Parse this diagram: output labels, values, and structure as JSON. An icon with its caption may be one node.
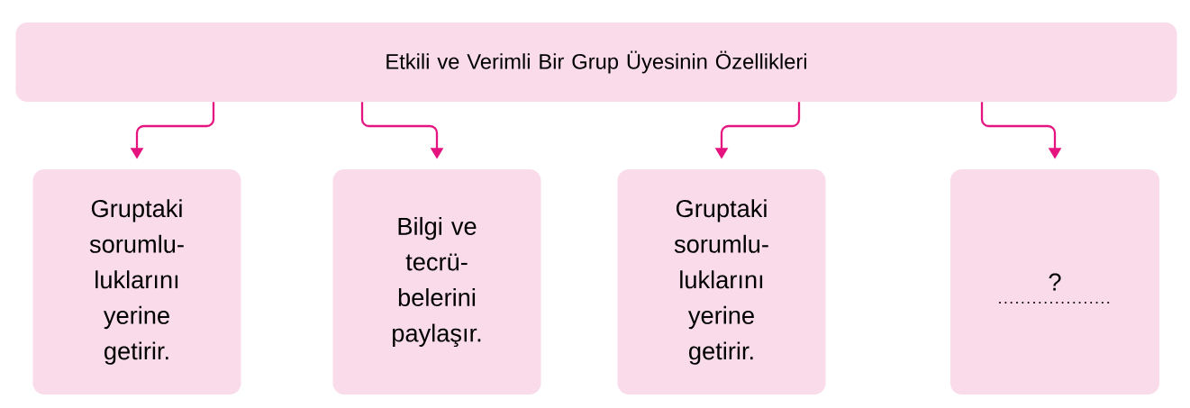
{
  "diagram": {
    "nodes": [
      {
        "text": [
          "Etkili ve Verimli Bir Grup Üyesinin Özellikleri"
        ]
      },
      {
        "text": [
          "Gruptaki sorumlu- luklarını yerine getirir."
        ]
      },
      {
        "text": [
          "Bilgi ve tecrü- belerini paylaşır."
        ]
      },
      {
        "text": [
          "Gruptaki sorumlu- luklarını yerine getirir."
        ]
      },
      {
        "text": [
          "?"
        ]
      }
    ],
    "edges": [
      {
        "from": 0,
        "to": 1,
        "arrow": "to"
      },
      {
        "from": 0,
        "to": 2,
        "arrow": "to"
      },
      {
        "from": 0,
        "to": 3,
        "arrow": "to"
      },
      {
        "from": 0,
        "to": 4,
        "arrow": "to"
      }
    ]
  }
}
